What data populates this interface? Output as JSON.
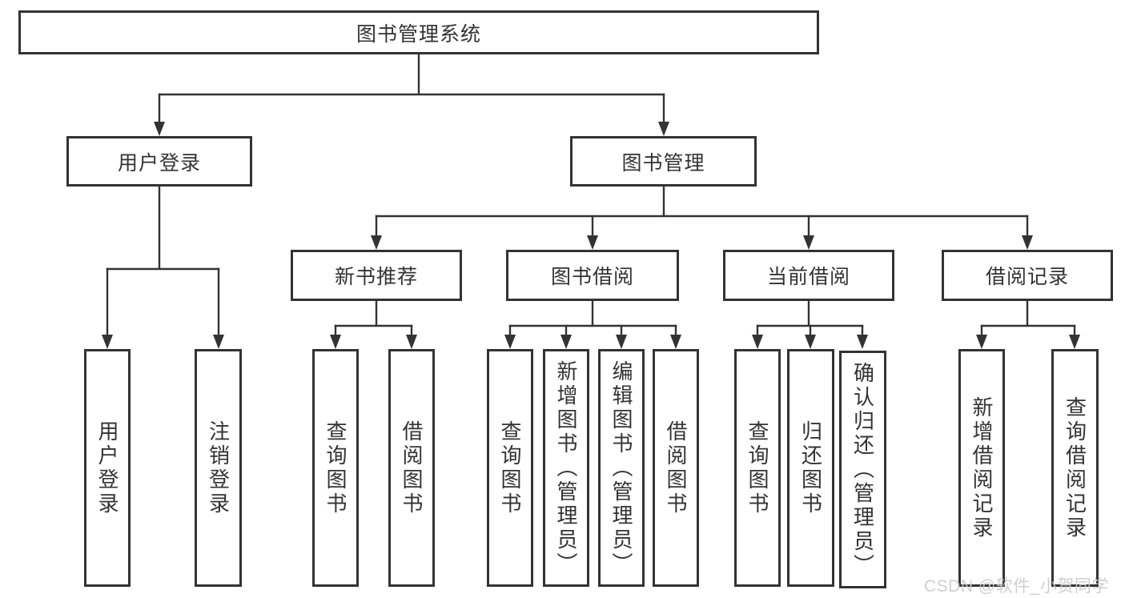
{
  "title": "图书管理系统",
  "branches": [
    {
      "label": "用户登录",
      "leaves": [
        "用户登录",
        "注销登录"
      ]
    },
    {
      "label": "图书管理",
      "sections": [
        {
          "label": "新书推荐",
          "leaves": [
            "查询图书",
            "借阅图书"
          ]
        },
        {
          "label": "图书借阅",
          "leaves": [
            "查询图书",
            "新增图书（管理员）",
            "编辑图书（管理员）",
            "借阅图书"
          ]
        },
        {
          "label": "当前借阅",
          "leaves": [
            "查询图书",
            "归还图书",
            "确认归还（管理员）"
          ]
        },
        {
          "label": "借阅记录",
          "leaves": [
            "新增借阅记录",
            "查询借阅记录"
          ]
        }
      ]
    }
  ],
  "watermark": "CSDN @软件_小贺同学",
  "colors": {
    "line": "#333333",
    "text": "#333333",
    "background": "#ffffff",
    "watermark": "#cccccc"
  }
}
